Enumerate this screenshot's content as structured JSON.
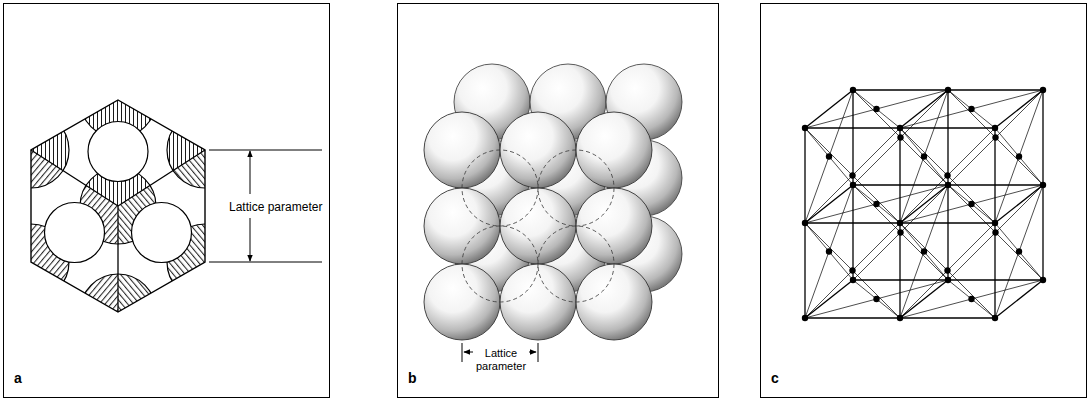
{
  "diagram": {
    "nodes": [
      {
        "text": [
          "Lattice parameter",
          "a"
        ]
      },
      {
        "text": [
          "Lattice parameter",
          "b"
        ]
      },
      {
        "text": [
          "c"
        ]
      }
    ]
  }
}
